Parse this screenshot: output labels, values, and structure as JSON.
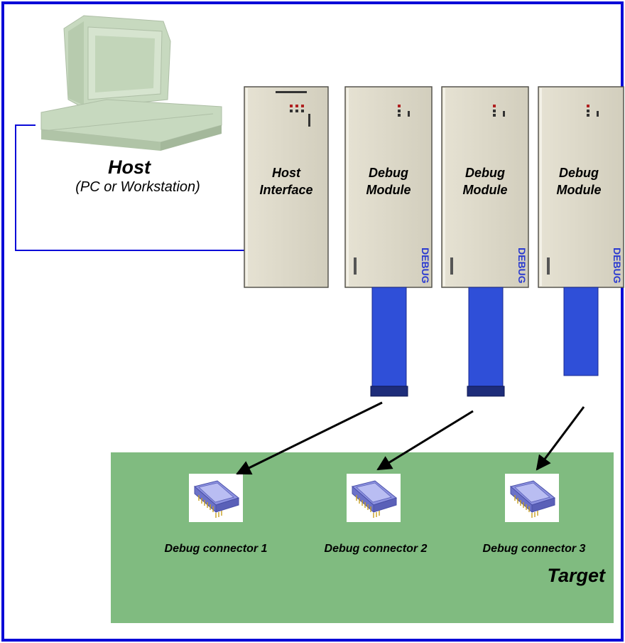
{
  "host": {
    "title": "Host",
    "subtitle": "(PC or Workstation)"
  },
  "host_interface": {
    "line1": "Host",
    "line2": "Interface"
  },
  "debug_modules": [
    {
      "line1": "Debug",
      "line2": "Module",
      "side_label": "DEBUG"
    },
    {
      "line1": "Debug",
      "line2": "Module",
      "side_label": "DEBUG"
    },
    {
      "line1": "Debug",
      "line2": "Module",
      "side_label": "DEBUG"
    }
  ],
  "target": {
    "label": "Target",
    "connectors": [
      {
        "label": "Debug connector 1"
      },
      {
        "label": "Debug connector 2"
      },
      {
        "label": "Debug connector 3"
      }
    ]
  },
  "colors": {
    "frame": "#0a0ad8",
    "cable": "#2f4fd8",
    "module_body": "#dcd8c8",
    "host_pc": "#c7d9bf",
    "target_board": "#80bb80",
    "label_text": "#000000"
  }
}
